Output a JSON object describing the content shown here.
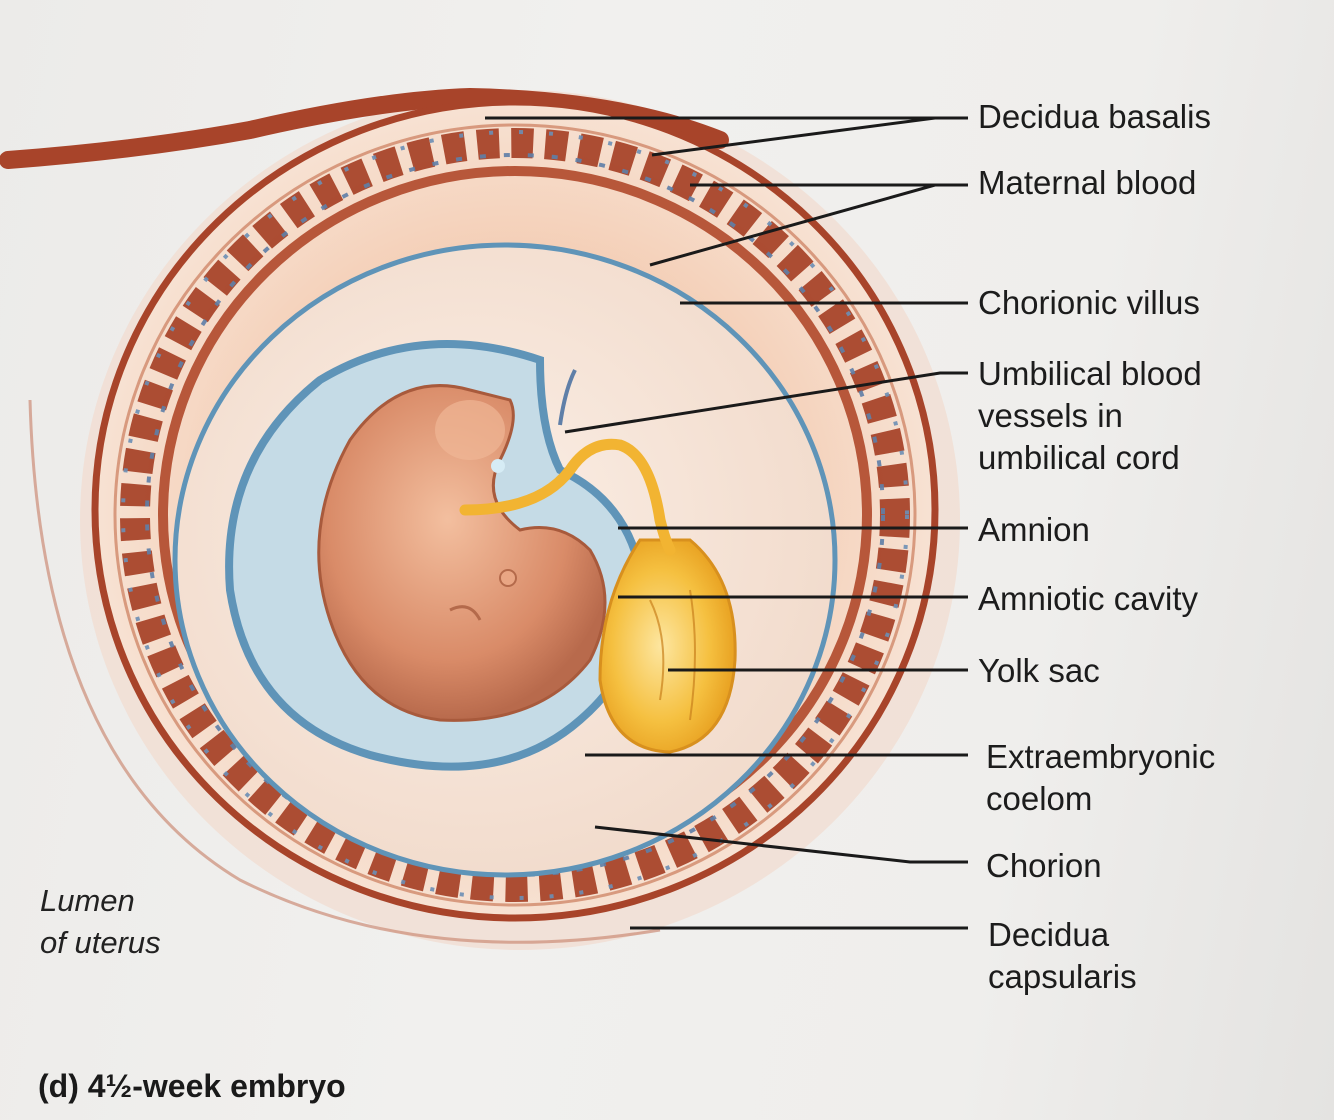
{
  "labels": {
    "decidua_basalis": "Decidua basalis",
    "maternal_blood": "Maternal blood",
    "chorionic_villus": "Chorionic villus",
    "umbilical_vessels": "Umbilical blood\nvessels in\numbilical cord",
    "amnion": "Amnion",
    "amniotic_cavity": "Amniotic cavity",
    "yolk_sac": "Yolk sac",
    "extraembryonic_coelom": "Extraembryonic\ncoelom",
    "chorion": "Chorion",
    "decidua_capsularis": "Decidua\ncapsularis"
  },
  "lumen_label": "Lumen\nof uterus",
  "caption": "(d) 4½-week embryo",
  "colors": {
    "decidua": "#a8442a",
    "decidua_light": "#e7a27c",
    "amnion": "#5f94b8",
    "amniotic_fluid": "#c5dbe6",
    "embryo": "#d98b68",
    "yolk_sac": "#f2b432",
    "leader": "#1a1a1a"
  }
}
